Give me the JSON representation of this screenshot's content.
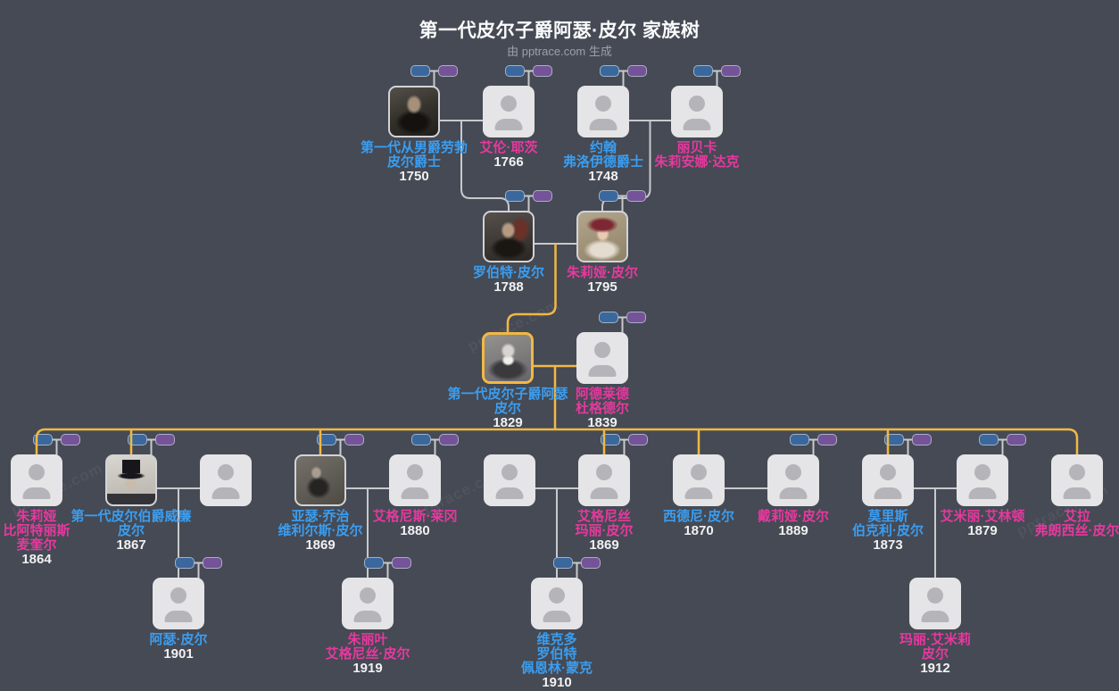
{
  "title": "第一代皮尔子爵阿瑟·皮尔 家族树",
  "subtitle": "由 pptrace.com 生成",
  "watermark": "pptrace.com",
  "colors": {
    "background": "#454a54",
    "male_name": "#3b9df0",
    "female_name": "#e6399e",
    "year_text": "#f1f1f3",
    "connector": "#c8c9cd",
    "lineage_highlight": "#f2b843",
    "pill_blue": "#3a689d",
    "pill_purple": "#745399",
    "card_background": "#e5e4e6"
  },
  "people": [
    {
      "id": "p1",
      "name_lines": [
        "第一代从男爵劳勃",
        "皮尔爵士"
      ],
      "year": "1750",
      "gender": "male",
      "photo": "photo-robert-sr",
      "pills": true,
      "highlight": false
    },
    {
      "id": "p2",
      "name_lines": [
        "艾伦·耶茨"
      ],
      "year": "1766",
      "gender": "female",
      "photo": null,
      "pills": true,
      "highlight": false
    },
    {
      "id": "p3",
      "name_lines": [
        "约翰",
        "弗洛伊德爵士"
      ],
      "year": "1748",
      "gender": "male",
      "photo": null,
      "pills": true,
      "highlight": false
    },
    {
      "id": "p4",
      "name_lines": [
        "丽贝卡",
        "朱莉安娜·达克"
      ],
      "year": "",
      "gender": "female",
      "photo": null,
      "pills": true,
      "highlight": false
    },
    {
      "id": "p5",
      "name_lines": [
        "罗伯特·皮尔"
      ],
      "year": "1788",
      "gender": "male",
      "photo": "photo-robert",
      "pills": true,
      "highlight": false
    },
    {
      "id": "p6",
      "name_lines": [
        "朱莉娅·皮尔"
      ],
      "year": "1795",
      "gender": "female",
      "photo": "photo-julia",
      "pills": true,
      "highlight": false
    },
    {
      "id": "p7",
      "name_lines": [
        "第一代皮尔子爵阿瑟",
        "皮尔"
      ],
      "year": "1829",
      "gender": "male",
      "photo": "photo-arthur",
      "pills": false,
      "highlight": true
    },
    {
      "id": "p8",
      "name_lines": [
        "阿德莱德",
        "杜格德尔"
      ],
      "year": "1839",
      "gender": "female",
      "photo": null,
      "pills": true,
      "highlight": false
    },
    {
      "id": "c1",
      "name_lines": [
        "朱莉娅",
        "比阿特丽斯",
        "麦奎尔"
      ],
      "year": "1864",
      "gender": "female",
      "photo": null,
      "pills": true,
      "highlight": false
    },
    {
      "id": "c2",
      "name_lines": [
        "第一代皮尔伯爵威廉",
        "皮尔"
      ],
      "year": "1867",
      "gender": "male",
      "photo": "photo-william",
      "pills": true,
      "highlight": false
    },
    {
      "id": "c3",
      "name_lines": [],
      "year": "",
      "gender": "unknown",
      "photo": null,
      "pills": false,
      "highlight": false
    },
    {
      "id": "c4",
      "name_lines": [
        "亚瑟·乔治",
        "维利尔斯·皮尔"
      ],
      "year": "1869",
      "gender": "male",
      "photo": "photo-george",
      "pills": true,
      "highlight": false
    },
    {
      "id": "c5",
      "name_lines": [
        "艾格尼斯·莱冈"
      ],
      "year": "1880",
      "gender": "female",
      "photo": null,
      "pills": true,
      "highlight": false
    },
    {
      "id": "c6",
      "name_lines": [],
      "year": "",
      "gender": "unknown",
      "photo": null,
      "pills": false,
      "highlight": false
    },
    {
      "id": "c7",
      "name_lines": [
        "艾格尼丝",
        "玛丽·皮尔"
      ],
      "year": "1869",
      "gender": "female",
      "photo": null,
      "pills": true,
      "highlight": false
    },
    {
      "id": "c8",
      "name_lines": [
        "西德尼·皮尔"
      ],
      "year": "1870",
      "gender": "male",
      "photo": null,
      "pills": false,
      "highlight": false
    },
    {
      "id": "c9",
      "name_lines": [
        "戴莉娅·皮尔"
      ],
      "year": "1889",
      "gender": "female",
      "photo": null,
      "pills": true,
      "highlight": false
    },
    {
      "id": "c10",
      "name_lines": [
        "莫里斯",
        "伯克利·皮尔"
      ],
      "year": "1873",
      "gender": "male",
      "photo": null,
      "pills": true,
      "highlight": false
    },
    {
      "id": "c11",
      "name_lines": [
        "艾米丽·艾林顿"
      ],
      "year": "1879",
      "gender": "female",
      "photo": null,
      "pills": true,
      "highlight": false
    },
    {
      "id": "c12",
      "name_lines": [
        "艾拉",
        "弗朗西丝·皮尔"
      ],
      "year": "",
      "gender": "female",
      "photo": null,
      "pills": false,
      "highlight": false
    },
    {
      "id": "d1",
      "name_lines": [
        "阿瑟·皮尔"
      ],
      "year": "1901",
      "gender": "male",
      "photo": null,
      "pills": true,
      "highlight": false
    },
    {
      "id": "d2",
      "name_lines": [
        "朱丽叶",
        "艾格尼丝·皮尔"
      ],
      "year": "1919",
      "gender": "female",
      "photo": null,
      "pills": true,
      "highlight": false
    },
    {
      "id": "d3",
      "name_lines": [
        "维克多",
        "罗伯特",
        "佩恩林·蒙克"
      ],
      "year": "1910",
      "gender": "male",
      "photo": null,
      "pills": true,
      "highlight": false
    },
    {
      "id": "d4",
      "name_lines": [
        "玛丽·艾米莉",
        "皮尔"
      ],
      "year": "1912",
      "gender": "female",
      "photo": null,
      "pills": false,
      "highlight": false
    }
  ]
}
